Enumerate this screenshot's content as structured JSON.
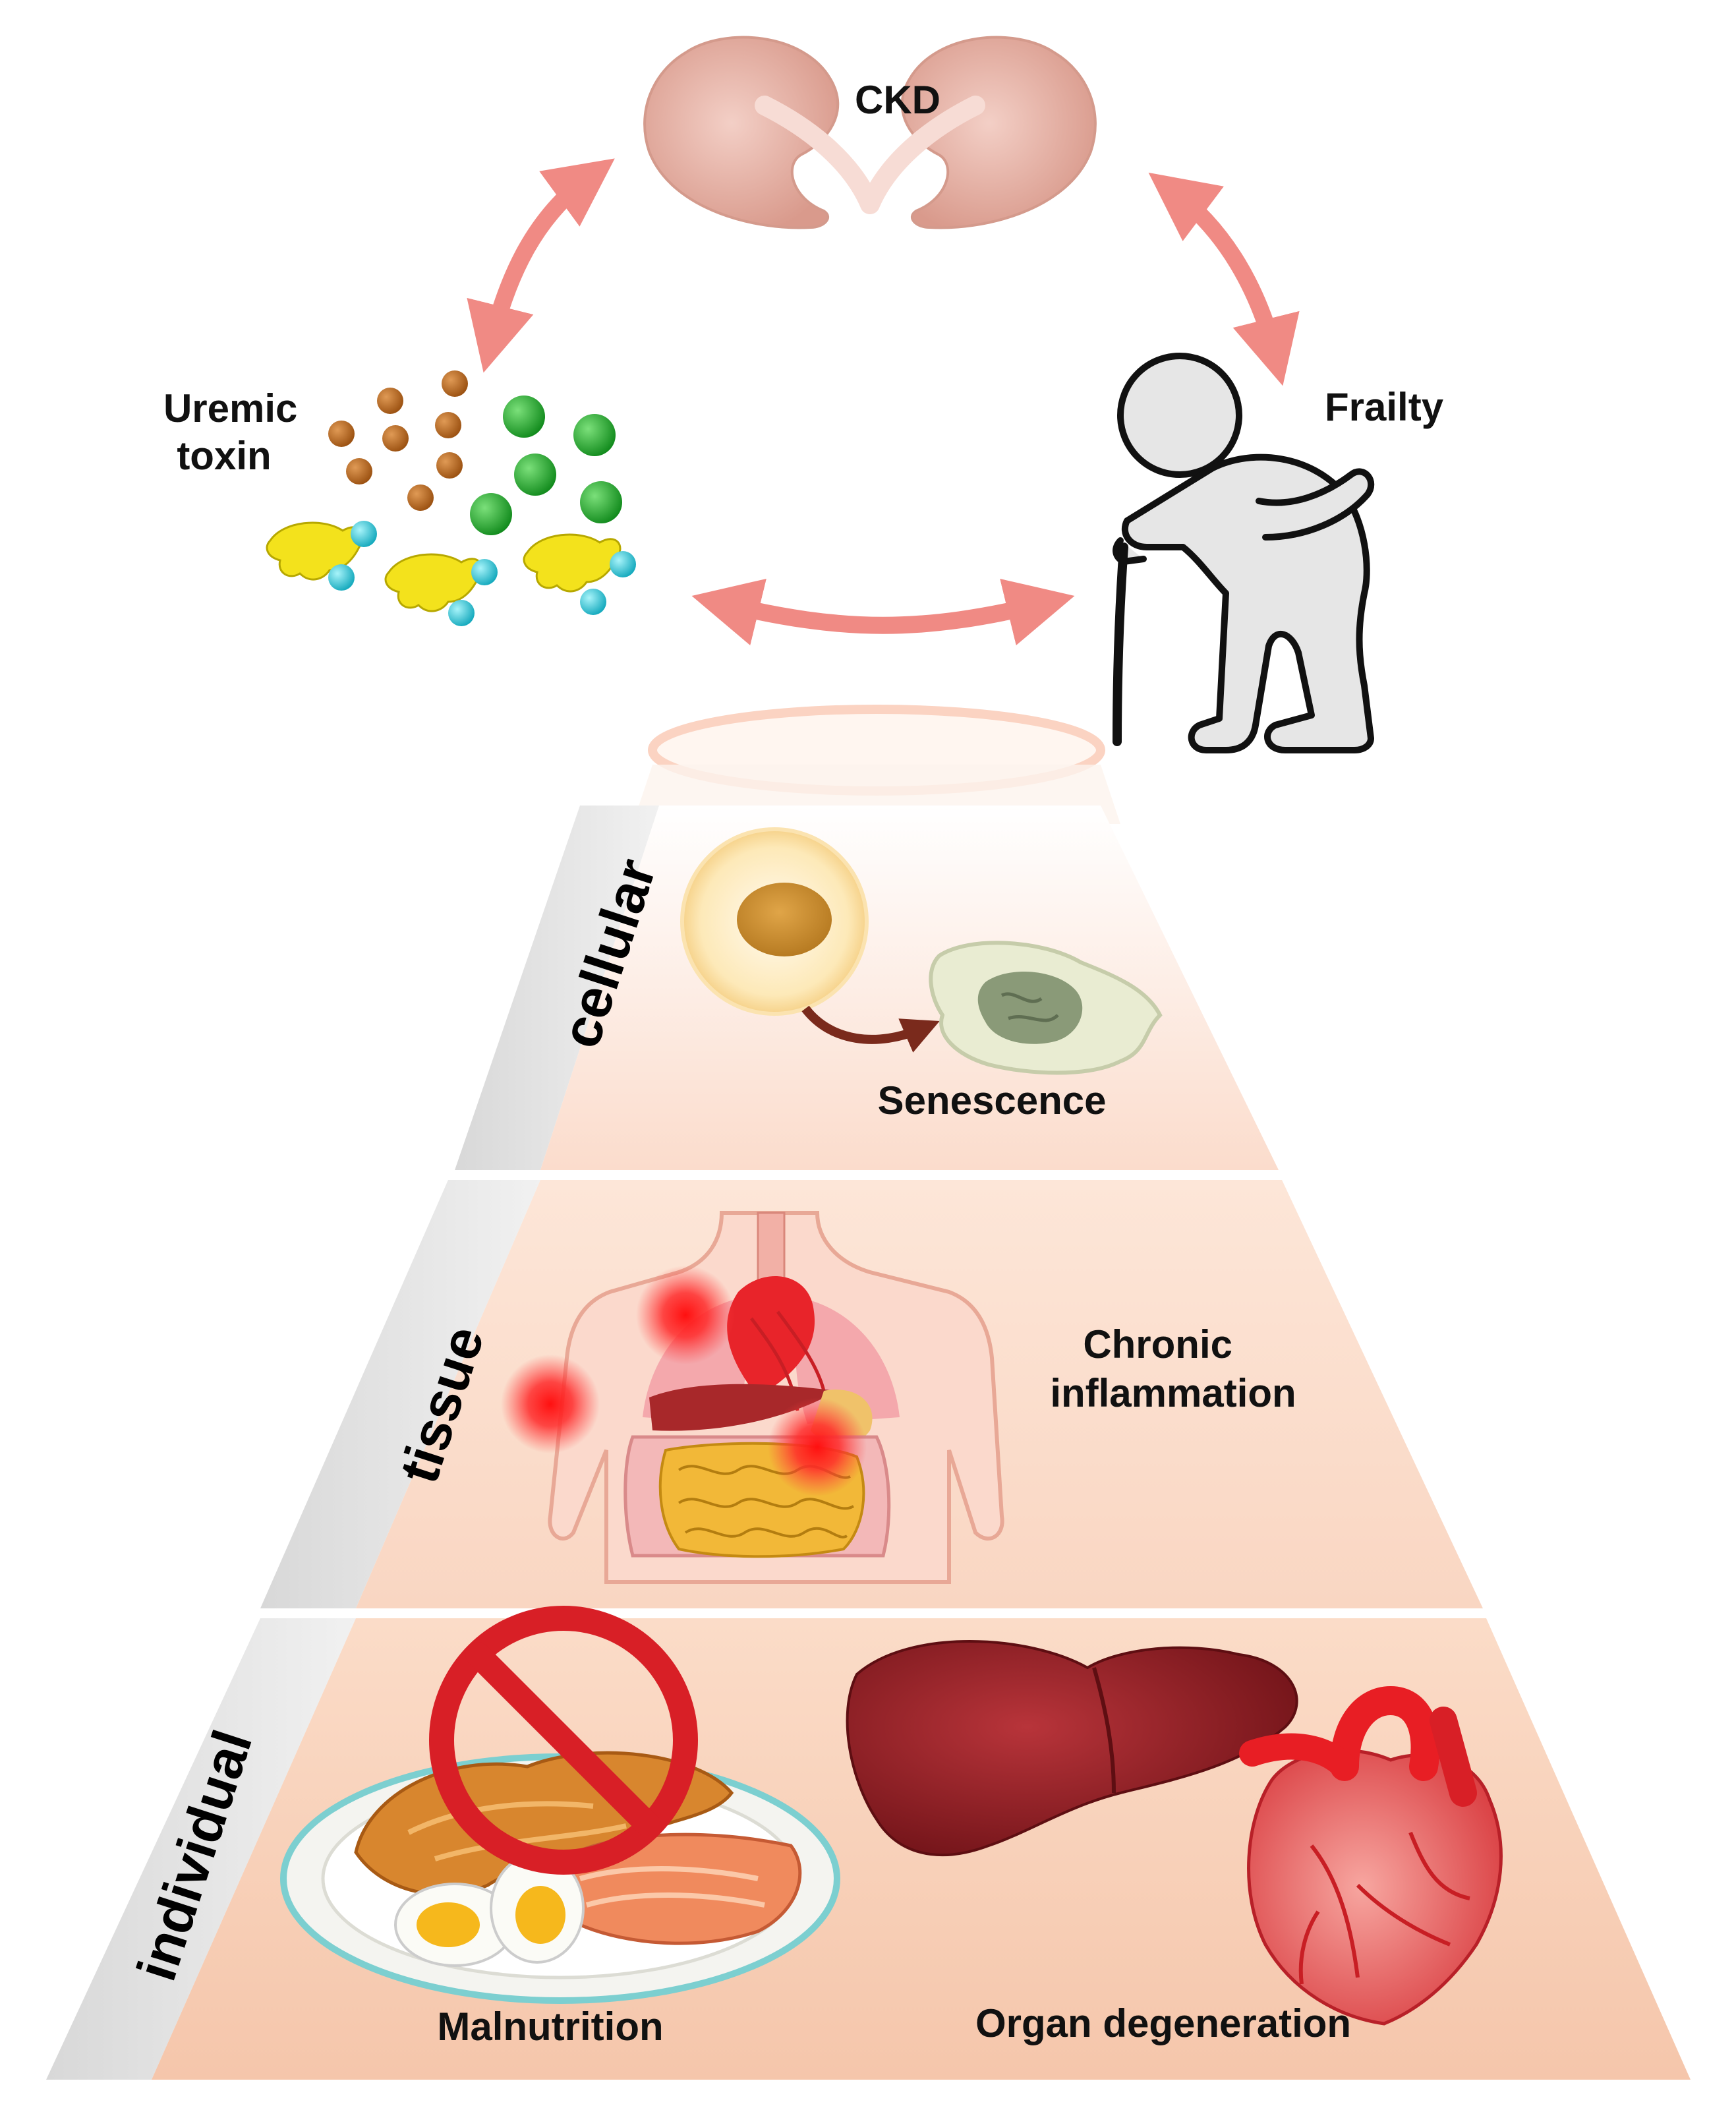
{
  "title": "",
  "cycle": {
    "ckd": "CKD",
    "uremic_toxin": [
      "Uremic",
      "toxin"
    ],
    "frailty": "Frailty"
  },
  "levels": {
    "cellular": {
      "name": "cellular",
      "caption": "Senescence"
    },
    "tissue": {
      "name": "tissue",
      "caption": [
        "Chronic",
        "inflammation"
      ]
    },
    "individual": {
      "name": "individual",
      "captions": [
        "Malnutrition",
        "Organ degeneration"
      ]
    }
  },
  "colors": {
    "arrow": "#f08a84",
    "kidney": "#e8b0a4",
    "tier_light": "#fdece2",
    "tier_dark": "#f6c9b0",
    "side_band": "#e4e4e4",
    "toxin_brown": "#b5651d",
    "toxin_green": "#1e9a2a",
    "toxin_yellow": "#f3e21c",
    "toxin_cyan": "#2ec8d8",
    "inflammation": "#ff2020",
    "organ": "#8f1d22",
    "heart": "#e85050",
    "no_sign": "#d81f26"
  },
  "icons": {
    "kidneys": "kidney-pair-icon",
    "frail_person": "elderly-person-cane-icon",
    "toxin_particles": "uremic-toxin-particles-icon",
    "cell": "healthy-cell-icon",
    "senescent_cell": "senescent-cell-icon",
    "torso": "human-torso-organs-icon",
    "food": "food-plate-icon",
    "no_sign": "prohibition-icon",
    "liver": "liver-icon",
    "heart": "heart-icon"
  }
}
